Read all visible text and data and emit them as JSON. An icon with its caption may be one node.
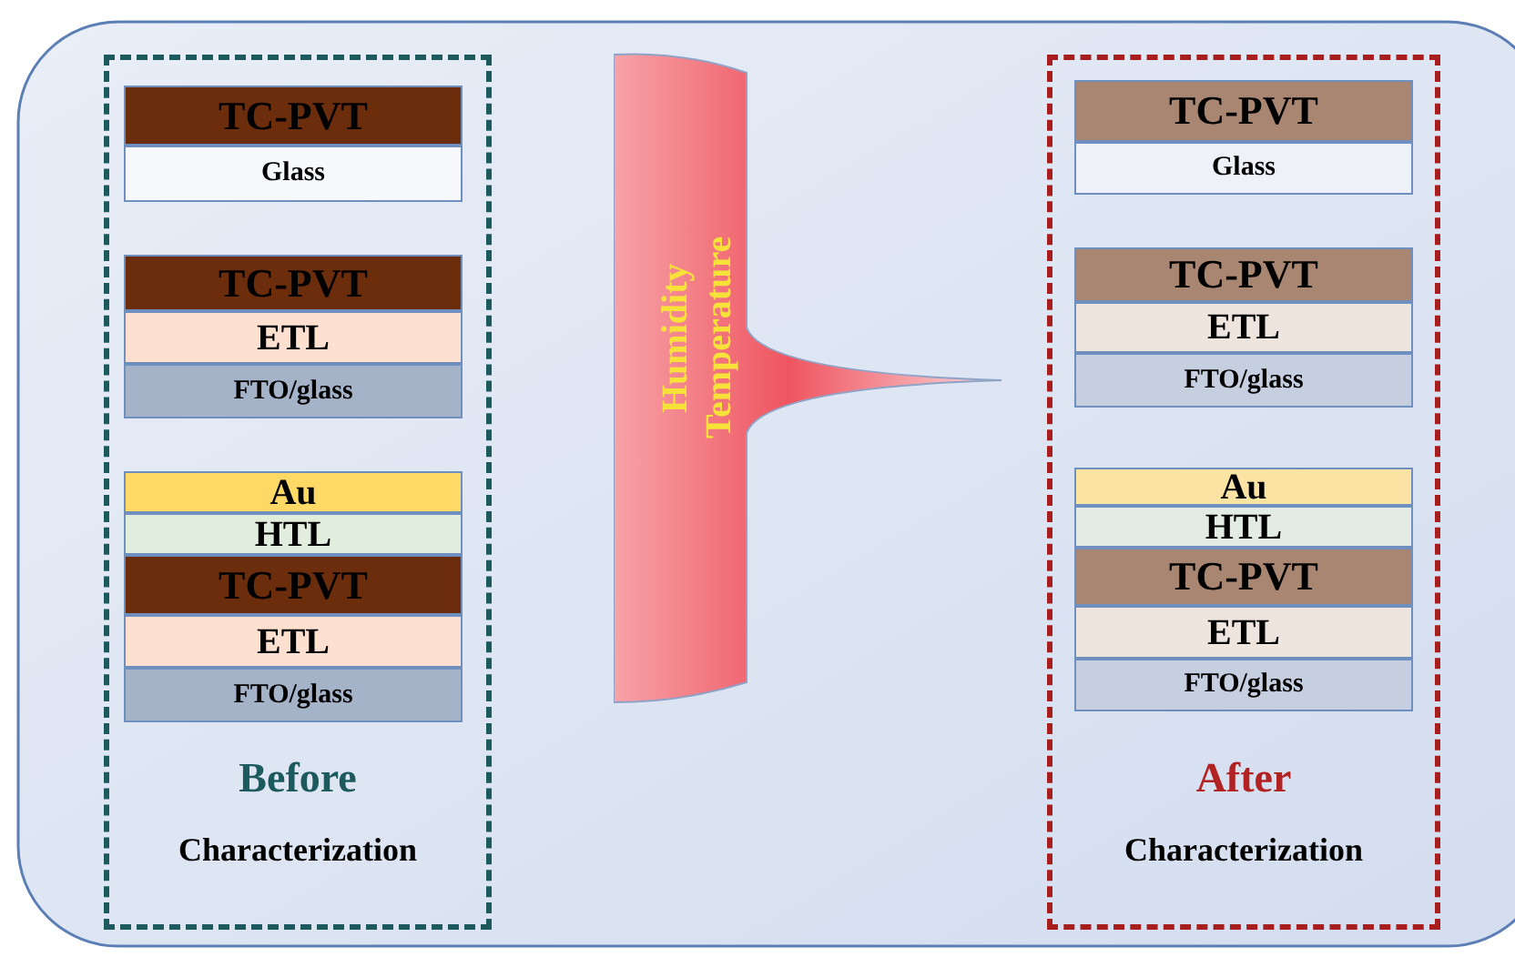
{
  "diagram": {
    "nodes": [
      {
        "text": [
          "Before",
          "Characterization"
        ]
      },
      {
        "text": [
          "TC-PVT"
        ],
        "in": 0
      },
      {
        "text": [
          "Glass"
        ],
        "in": 0
      },
      {
        "text": [
          "TC-PVT"
        ],
        "in": 0
      },
      {
        "text": [
          "ETL"
        ],
        "in": 0
      },
      {
        "text": [
          "FTO/glass"
        ],
        "in": 0
      },
      {
        "text": [
          "Au"
        ],
        "in": 0
      },
      {
        "text": [
          "HTL"
        ],
        "in": 0
      },
      {
        "text": [
          "TC-PVT"
        ],
        "in": 0
      },
      {
        "text": [
          "ETL"
        ],
        "in": 0
      },
      {
        "text": [
          "FTO/glass"
        ],
        "in": 0
      },
      {
        "text": [
          "Humidity Temperature"
        ]
      },
      {
        "text": [
          "After",
          "Characterization"
        ]
      },
      {
        "text": [
          "TC-PVT"
        ],
        "in": 12
      },
      {
        "text": [
          "Glass"
        ],
        "in": 12
      },
      {
        "text": [
          "TC-PVT"
        ],
        "in": 12
      },
      {
        "text": [
          "ETL"
        ],
        "in": 12
      },
      {
        "text": [
          "FTO/glass"
        ],
        "in": 12
      },
      {
        "text": [
          "Au"
        ],
        "in": 12
      },
      {
        "text": [
          "HTL"
        ],
        "in": 12
      },
      {
        "text": [
          "TC-PVT"
        ],
        "in": 12
      },
      {
        "text": [
          "ETL"
        ],
        "in": 12
      },
      {
        "text": [
          "FTO/glass"
        ],
        "in": 12
      }
    ]
  }
}
